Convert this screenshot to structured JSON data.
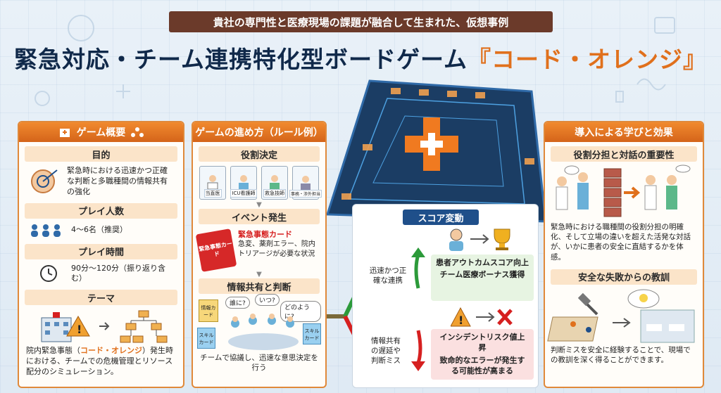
{
  "header": {
    "ribbon": "貴社の専門性と医療現場の課題が融合して生まれた、仮想事例",
    "title_main": "緊急対応・チーム連携特化型ボードゲーム",
    "title_game": "『コード・オレンジ』"
  },
  "overview": {
    "title": "ゲーム概要",
    "purpose_title": "目的",
    "purpose_text": "緊急時における迅速かつ正確な判断と多職種間の情報共有の強化",
    "players_title": "プレイ人数",
    "players_text": "4〜6名（推奨）",
    "time_title": "プレイ時間",
    "time_text": "90分〜120分（振り返り含む）",
    "theme_title": "テーマ",
    "theme_text_pre": "院内緊急事態（",
    "theme_text_name": "コード・オレンジ",
    "theme_text_post": "）発生時における、チームでの危機管理とリソース配分のシミュレーション。"
  },
  "howto": {
    "title": "ゲームの進め方（ルール例）",
    "roles_title": "役割決定",
    "roles": [
      "当直医",
      "ICU看護師",
      "救急技師",
      "事務・渉外担当"
    ],
    "event_title": "イベント発生",
    "event_card_label": "緊急事態カード",
    "event_card_name": "緊急事態カード",
    "event_card_text": "急変、薬剤エラー、院内トリアージが必要な状況",
    "share_title": "情報共有と判断",
    "bubbles": [
      "誰に?",
      "いつ?",
      "どのように?"
    ],
    "card_info": "情報カード",
    "card_skill_left": "スキルカード",
    "card_skill_right": "スキルカード",
    "share_text": "チームで協議し、迅速な意思決定を行う"
  },
  "score": {
    "title": "スコア変動",
    "good_label": "迅速かつ正確な連携",
    "good_result_1": "患者アウトカムスコア向上",
    "good_result_2": "チーム医療ボーナス獲得",
    "bad_label": "情報共有の遅延や判断ミス",
    "bad_result_1": "インシデントリスク値上昇",
    "bad_result_2": "致命的なエラーが発生する可能性が高まる"
  },
  "effects": {
    "title": "導入による学びと効果",
    "role_title": "役割分担と対話の重要性",
    "role_text": "緊急時における職種間の役割分担の明確化、そして立場の違いを超えた活発な対話が、いかに患者の安全に直結するかを体感。",
    "fail_title": "安全な失敗からの教訓",
    "fail_text": "判断ミスを安全に経験することで、現場での教訓を深く得ることができます。"
  },
  "colors": {
    "accent": "#e0701c",
    "navy": "#10294a",
    "green": "#2c9a3a",
    "red": "#d62020"
  }
}
